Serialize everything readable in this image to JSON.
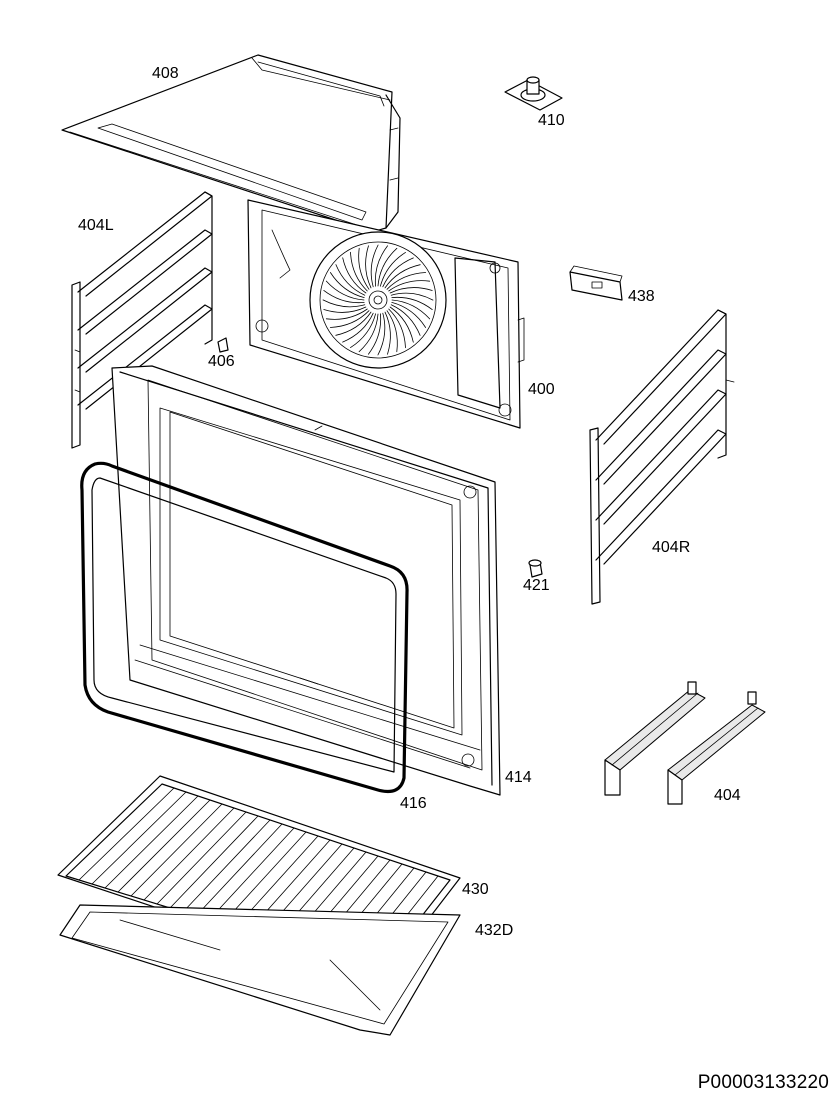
{
  "diagram": {
    "parts": [
      {
        "id": "p408",
        "label": "408"
      },
      {
        "id": "p410",
        "label": "410"
      },
      {
        "id": "p404L",
        "label": "404L"
      },
      {
        "id": "p438",
        "label": "438"
      },
      {
        "id": "p406",
        "label": "406"
      },
      {
        "id": "p400",
        "label": "400"
      },
      {
        "id": "p404R",
        "label": "404R"
      },
      {
        "id": "p421",
        "label": "421"
      },
      {
        "id": "p414",
        "label": "414"
      },
      {
        "id": "p416",
        "label": "416"
      },
      {
        "id": "p404",
        "label": "404"
      },
      {
        "id": "p430",
        "label": "430"
      },
      {
        "id": "p432D",
        "label": "432D"
      }
    ],
    "drawing_code": "P00003133220"
  }
}
